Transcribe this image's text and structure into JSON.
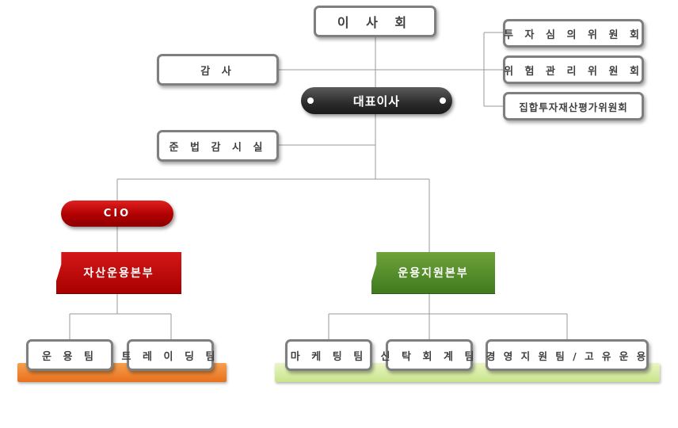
{
  "board": "이 사 회",
  "auditor": "감 사",
  "committees": [
    "투 자 심 의 위 원 회",
    "위 험 관 리 위 원 회",
    "집합투자재산평가위원회"
  ],
  "ceo": "대표이사",
  "compliance": "준 법 감 시 실",
  "cio": "CIO",
  "divisions": {
    "asset_management": "자산운용본부",
    "operations_support": "운용지원본부"
  },
  "teams": {
    "asset_management": [
      "운 용 팀",
      "트 레 이 딩 팀"
    ],
    "operations_support": [
      "마 케 팅 팀",
      "신 탁 회 계 팀",
      "경 영 지 원 팀 / 고 유 운 용"
    ]
  },
  "colors": {
    "line": "#9a9a9a",
    "box_border": "#7f7f7f",
    "ceo": "#2b2b2b",
    "cio": "#c00000",
    "asset_division": "#b80000",
    "support_division": "#4f8a28",
    "asset_shelf": "#ee7d2a",
    "support_shelf": "#d2e99a"
  }
}
